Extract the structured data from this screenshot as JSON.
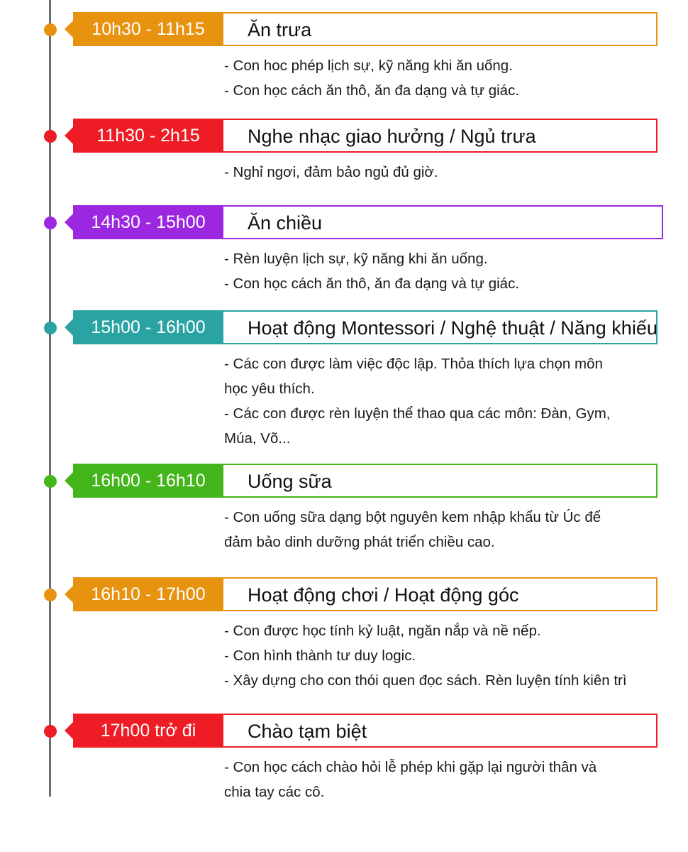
{
  "colors": {
    "orange": "#e8930f",
    "red": "#ee1c25",
    "purple": "#9b27e0",
    "teal": "#2aa3a3",
    "green": "#44b51a",
    "timeline": "#6d6e71"
  },
  "items": [
    {
      "time": "10h30 - 11h15",
      "title": "Ăn trưa",
      "lines": [
        "- Con hoc phép lịch sự, kỹ năng khi ăn uống.",
        "- Con học cách ăn thô, ăn đa dạng và tự giác."
      ]
    },
    {
      "time": "11h30 - 2h15",
      "title": "Nghe nhạc giao hưởng / Ngủ trưa",
      "lines": [
        "- Nghỉ ngơi, đảm bảo ngủ đủ giờ."
      ]
    },
    {
      "time": "14h30 - 15h00",
      "title": "Ăn chiều",
      "lines": [
        "- Rèn luyện lịch sự, kỹ năng khi ăn uống.",
        "- Con học cách ăn thô, ăn đa dạng và tự giác."
      ]
    },
    {
      "time": "15h00 - 16h00",
      "title": "Hoạt động Montessori / Nghệ thuật / Năng khiếu",
      "lines": [
        "- Các con được làm việc độc lập. Thỏa thích lựa chọn môn",
        "học yêu thích.",
        "- Các con được rèn luyện thể thao qua các môn: Đàn, Gym,",
        "Múa, Võ..."
      ]
    },
    {
      "time": "16h00 - 16h10",
      "title": "Uống sữa",
      "lines": [
        "- Con uống sữa dạng bột nguyên kem nhập khẩu từ Úc để",
        "đảm bảo dinh dưỡng phát triển chiều cao."
      ]
    },
    {
      "time": "16h10 - 17h00",
      "title": "Hoạt động chơi / Hoạt động góc",
      "lines": [
        "- Con được học tính kỷ luật, ngăn nắp và nề nếp.",
        "- Con hình thành tư duy logic.",
        "- Xây dựng cho con thói quen đọc sách. Rèn luyện tính kiên trì"
      ]
    },
    {
      "time": "17h00 trở đi",
      "title": "Chào tạm biệt",
      "lines": [
        "- Con học cách chào hỏi lễ phép khi gặp lại người thân và",
        "chia tay các cô."
      ]
    }
  ]
}
